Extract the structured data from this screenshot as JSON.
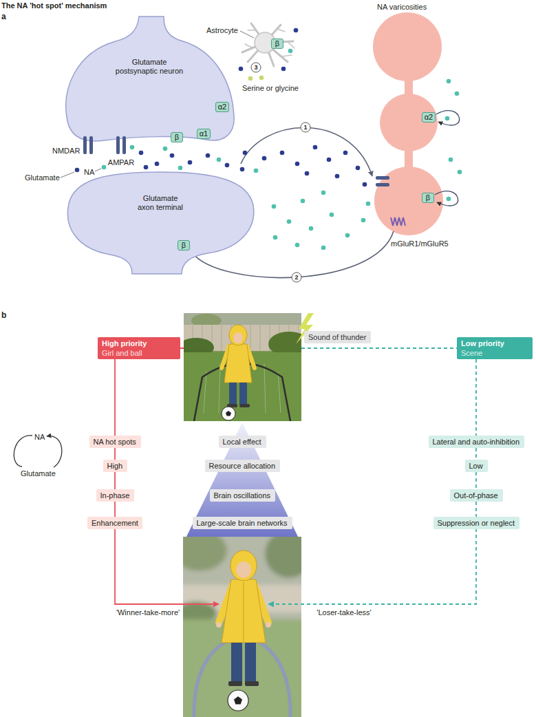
{
  "diagram": {
    "title": "The NA 'hot spot' mechanism",
    "nodes": [
      {
        "text": [
          "Glutamate postsynaptic neuron"
        ]
      },
      {
        "text": [
          "β"
        ],
        "in": 0
      },
      {
        "text": [
          "α1"
        ],
        "in": 0
      },
      {
        "text": [
          "α2"
        ],
        "in": 0
      },
      {
        "text": [
          "β"
        ]
      },
      {
        "text": [
          "Glutamate axon terminal"
        ]
      },
      {
        "text": [
          "β"
        ],
        "in": 5
      },
      {
        "text": [
          "α2"
        ]
      },
      {
        "text": [
          "β"
        ]
      },
      {
        "text": [
          "Sound of thunder"
        ]
      },
      {
        "text": [
          "High priority",
          "Girl and ball"
        ]
      },
      {
        "text": [
          "Low priority",
          "Scene"
        ]
      },
      {
        "text": [
          "NA hot spots"
        ]
      },
      {
        "text": [
          "Local effect"
        ]
      },
      {
        "text": [
          "Lateral and auto-inhibition"
        ]
      },
      {
        "text": [
          "High"
        ]
      },
      {
        "text": [
          "Resource allocation"
        ]
      },
      {
        "text": [
          "Low"
        ]
      },
      {
        "text": [
          "In-phase"
        ]
      },
      {
        "text": [
          "Brain oscillations"
        ]
      },
      {
        "text": [
          "Out-of-phase"
        ]
      },
      {
        "text": [
          "Enhancement"
        ]
      },
      {
        "text": [
          "Large-scale brain networks"
        ]
      },
      {
        "text": [
          "Suppression or neglect"
        ]
      }
    ],
    "edges": [
      {
        "from": 10,
        "to": 12,
        "arrow": "none"
      },
      {
        "from": 12,
        "to": 15,
        "arrow": "none"
      },
      {
        "from": 15,
        "to": 18,
        "arrow": "none"
      },
      {
        "from": 18,
        "to": 21,
        "arrow": "none"
      },
      {
        "from": 11,
        "to": 14,
        "arrow": "none"
      },
      {
        "from": 14,
        "to": 17,
        "arrow": "none"
      },
      {
        "from": 17,
        "to": 20,
        "arrow": "none"
      },
      {
        "from": 20,
        "to": 23,
        "arrow": "none"
      }
    ],
    "labels": [
      "a",
      "NMDAR",
      "AMPAR",
      "Glutamate",
      "NA",
      "Astrocyte",
      "3",
      "Serine or glycine",
      "NA varicosities",
      "1",
      "2",
      "mGluR1/mGluR5",
      "b",
      "NA",
      "Glutamate",
      "'Winner-take-more'",
      "'Loser-take-less'"
    ]
  }
}
